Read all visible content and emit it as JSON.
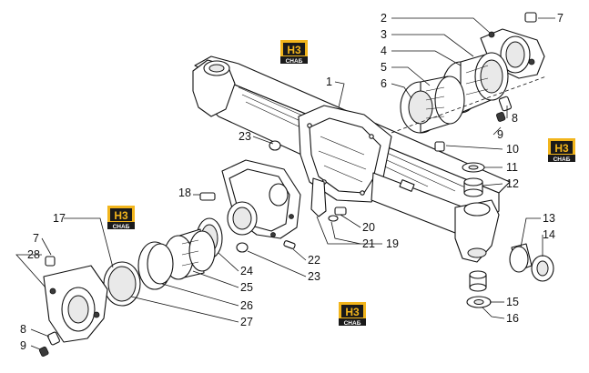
{
  "watermark": {
    "mark": "Н3",
    "name": "СНАБ",
    "colors": {
      "yellow": "#f2b51c",
      "black": "#1a1a1a"
    }
  },
  "callouts": [
    "1",
    "2",
    "3",
    "4",
    "5",
    "6",
    "7",
    "8",
    "9",
    "10",
    "11",
    "12",
    "13",
    "14",
    "15",
    "16",
    "17",
    "18",
    "19",
    "20",
    "21",
    "22",
    "23",
    "24",
    "25",
    "26",
    "27",
    "28"
  ],
  "labels": {
    "n1": "1",
    "n2": "2",
    "n3": "3",
    "n4": "4",
    "n5": "5",
    "n6": "6",
    "n7a": "7",
    "n8a": "8",
    "n9a": "9",
    "n10": "10",
    "n11": "11",
    "n12": "12",
    "n13": "13",
    "n14": "14",
    "n15": "15",
    "n16": "16",
    "n17": "17",
    "n18": "18",
    "n19": "19",
    "n20": "20",
    "n21": "21",
    "n22": "22",
    "n23a": "23",
    "n23b": "23",
    "n24": "24",
    "n25": "25",
    "n26": "26",
    "n27": "27",
    "n28": "28",
    "n7b": "7",
    "n8b": "8",
    "n9b": "9"
  }
}
